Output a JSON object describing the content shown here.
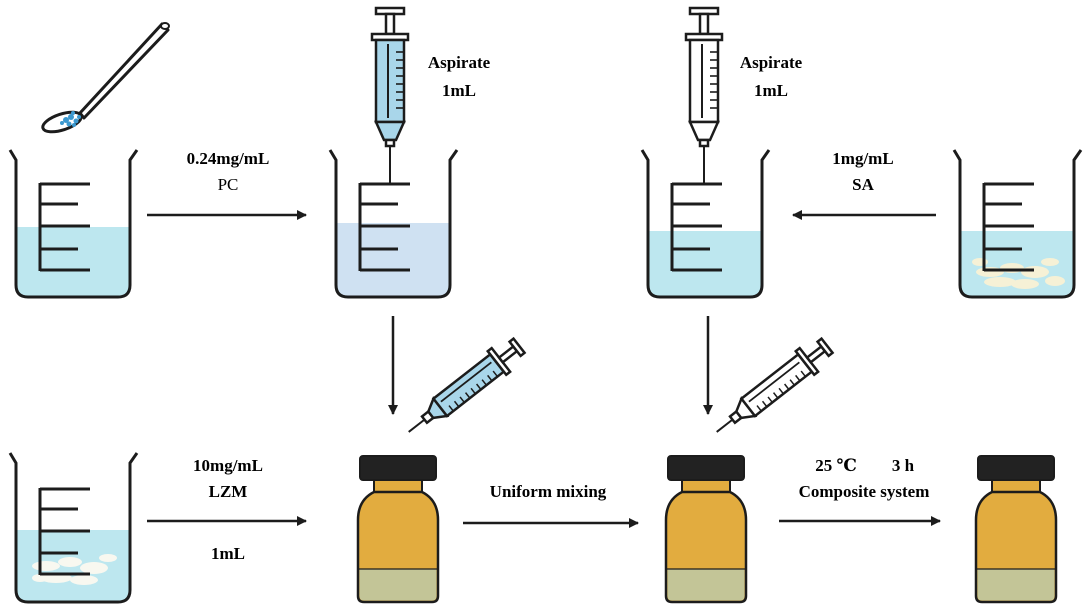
{
  "colors": {
    "water": "#bde7ef",
    "water_light": "#cfe1f2",
    "syringe_fluid": "#a9d6ea",
    "bottle_body": "#e2ac3f",
    "bottle_liquid": "#c3c597",
    "cap": "#222222",
    "line": "#1c1c1c"
  },
  "labels": {
    "pc_conc": "0.24mg/mL",
    "pc_name": "PC",
    "aspirate_1_line1": "Aspirate",
    "aspirate_1_line2": "1mL",
    "aspirate_2_line1": "Aspirate",
    "aspirate_2_line2": "1mL",
    "sa_conc": "1mg/mL",
    "sa_name": "SA",
    "lzm_conc": "10mg/mL",
    "lzm_name": "LZM",
    "lzm_volume": "1mL",
    "mixing": "Uniform mixing",
    "condition_temp": "25 ℃",
    "condition_time": "3 h",
    "composite": "Composite system"
  },
  "icons": [
    "spoon-icon",
    "beaker-icon",
    "syringe-icon",
    "vial-icon",
    "arrow-icon",
    "powder-icon"
  ]
}
